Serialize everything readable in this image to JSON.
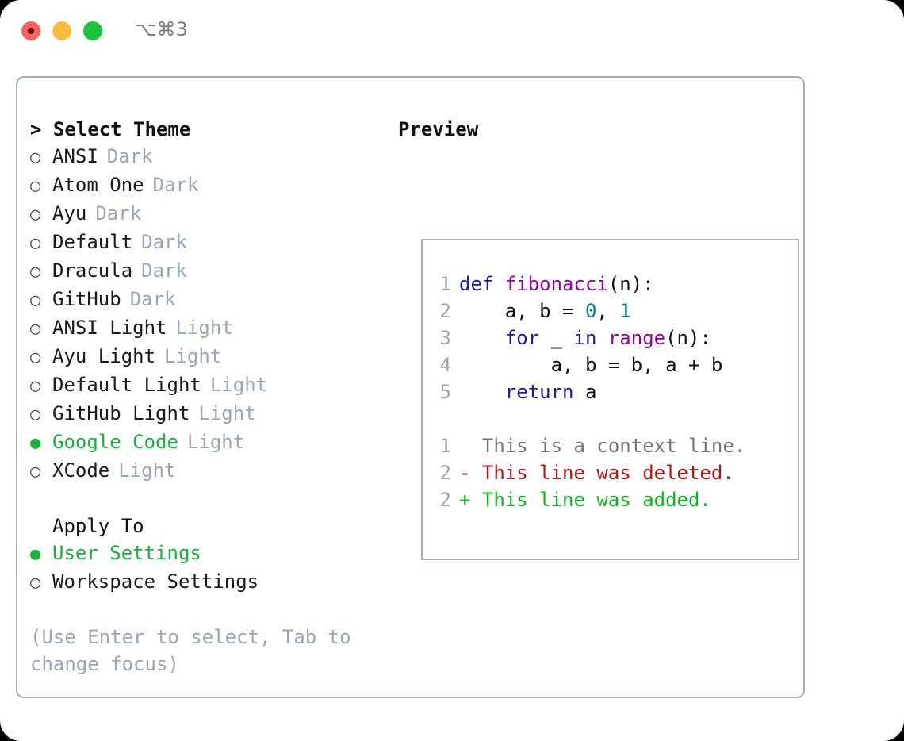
{
  "titlebar": {
    "shortcut": "⌥⌘3",
    "buttons": [
      "close",
      "minimize",
      "maximize"
    ]
  },
  "left": {
    "title": "> Select Theme",
    "themes": [
      {
        "bullet": "○",
        "name": "ANSI",
        "variant": "Dark",
        "selected": false
      },
      {
        "bullet": "○",
        "name": "Atom One",
        "variant": "Dark",
        "selected": false
      },
      {
        "bullet": "○",
        "name": "Ayu",
        "variant": "Dark",
        "selected": false
      },
      {
        "bullet": "○",
        "name": "Default",
        "variant": "Dark",
        "selected": false
      },
      {
        "bullet": "○",
        "name": "Dracula",
        "variant": "Dark",
        "selected": false
      },
      {
        "bullet": "○",
        "name": "GitHub",
        "variant": "Dark",
        "selected": false
      },
      {
        "bullet": "○",
        "name": "ANSI Light",
        "variant": "Light",
        "selected": false
      },
      {
        "bullet": "○",
        "name": "Ayu Light",
        "variant": "Light",
        "selected": false
      },
      {
        "bullet": "○",
        "name": "Default Light",
        "variant": "Light",
        "selected": false
      },
      {
        "bullet": "○",
        "name": "GitHub Light",
        "variant": "Light",
        "selected": false
      },
      {
        "bullet": "●",
        "name": "Google Code",
        "variant": "Light",
        "selected": true
      },
      {
        "bullet": "○",
        "name": "XCode",
        "variant": "Light",
        "selected": false
      }
    ],
    "apply_to_title": "Apply To",
    "apply_to": [
      {
        "bullet": "●",
        "name": "User Settings",
        "selected": true
      },
      {
        "bullet": "○",
        "name": "Workspace Settings",
        "selected": false
      }
    ],
    "hint": "(Use Enter to select, Tab to change focus)"
  },
  "right": {
    "title": "Preview",
    "code_lines": [
      {
        "no": "1",
        "tokens": [
          {
            "t": "def ",
            "c": "kw"
          },
          {
            "t": "fibonacci",
            "c": "fn"
          },
          {
            "t": "(n):",
            "c": "punc"
          }
        ]
      },
      {
        "no": "2",
        "tokens": [
          {
            "t": "    a, b = ",
            "c": "plain"
          },
          {
            "t": "0",
            "c": "num"
          },
          {
            "t": ", ",
            "c": "punc"
          },
          {
            "t": "1",
            "c": "num"
          }
        ]
      },
      {
        "no": "3",
        "tokens": [
          {
            "t": "    for ",
            "c": "kw"
          },
          {
            "t": "_ ",
            "c": "plain"
          },
          {
            "t": "in ",
            "c": "kw"
          },
          {
            "t": "range",
            "c": "fn"
          },
          {
            "t": "(n):",
            "c": "punc"
          }
        ]
      },
      {
        "no": "4",
        "tokens": [
          {
            "t": "        a, b = b, a + b",
            "c": "plain"
          }
        ]
      },
      {
        "no": "5",
        "tokens": [
          {
            "t": "    return ",
            "c": "kw"
          },
          {
            "t": "a",
            "c": "plain"
          }
        ]
      }
    ],
    "diff_lines": [
      {
        "no": "1",
        "marker": "  ",
        "text": "  This is a context line.",
        "kind": "ctx"
      },
      {
        "no": "2",
        "marker": "- ",
        "text": "- This line was deleted.",
        "kind": "del"
      },
      {
        "no": "2",
        "marker": "+ ",
        "text": "+ This line was added.",
        "kind": "add"
      }
    ]
  },
  "colors": {
    "accent_green": "#18b33e",
    "muted": "#9aa6b8",
    "border": "#a3adbe",
    "keyword": "#1a1aaa",
    "function": "#990099",
    "number": "#008080",
    "diff_delete": "#b91212",
    "diff_add": "#0ab81b",
    "diff_context": "#767676"
  }
}
